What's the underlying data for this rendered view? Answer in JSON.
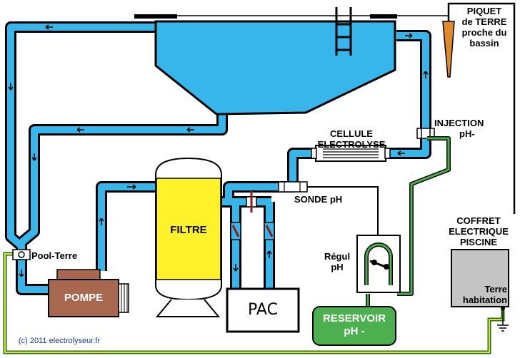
{
  "labels": {
    "piquet_l1": "PIQUET",
    "piquet_l2": "de TERRE",
    "piquet_l3": "proche du",
    "piquet_l4": "bassin",
    "injection_l1": "INJECTION",
    "injection_l2": "pH-",
    "cellule_l1": "CELLULE",
    "cellule_l2": "ELECTROLYSE",
    "sonde": "SONDE pH",
    "filtre": "FILTRE",
    "pool_terre": "Pool-Terre",
    "pompe": "POMPE",
    "pac": "PAC",
    "regul_l1": "Régul",
    "regul_l2": "pH",
    "reservoir_l1": "RESERVOIR",
    "reservoir_l2": "pH -",
    "coffret_l1": "COFFRET",
    "coffret_l2": "ELECTRIQUE",
    "coffret_l3": "PISCINE",
    "terre_l1": "Terre",
    "terre_l2": "habitation",
    "copyright": "(c) 2011 electrolyseur.fr"
  },
  "colors": {
    "water": "#36b6ea",
    "outline": "#000000",
    "filter": "#fff22a",
    "pump": "#a8674f",
    "reservoir": "#4db04f",
    "stake": "#e0882c",
    "cabinet": "#c4c4c4",
    "ground_wire": "#e7e22a",
    "green_line": "#3f7a3f"
  }
}
